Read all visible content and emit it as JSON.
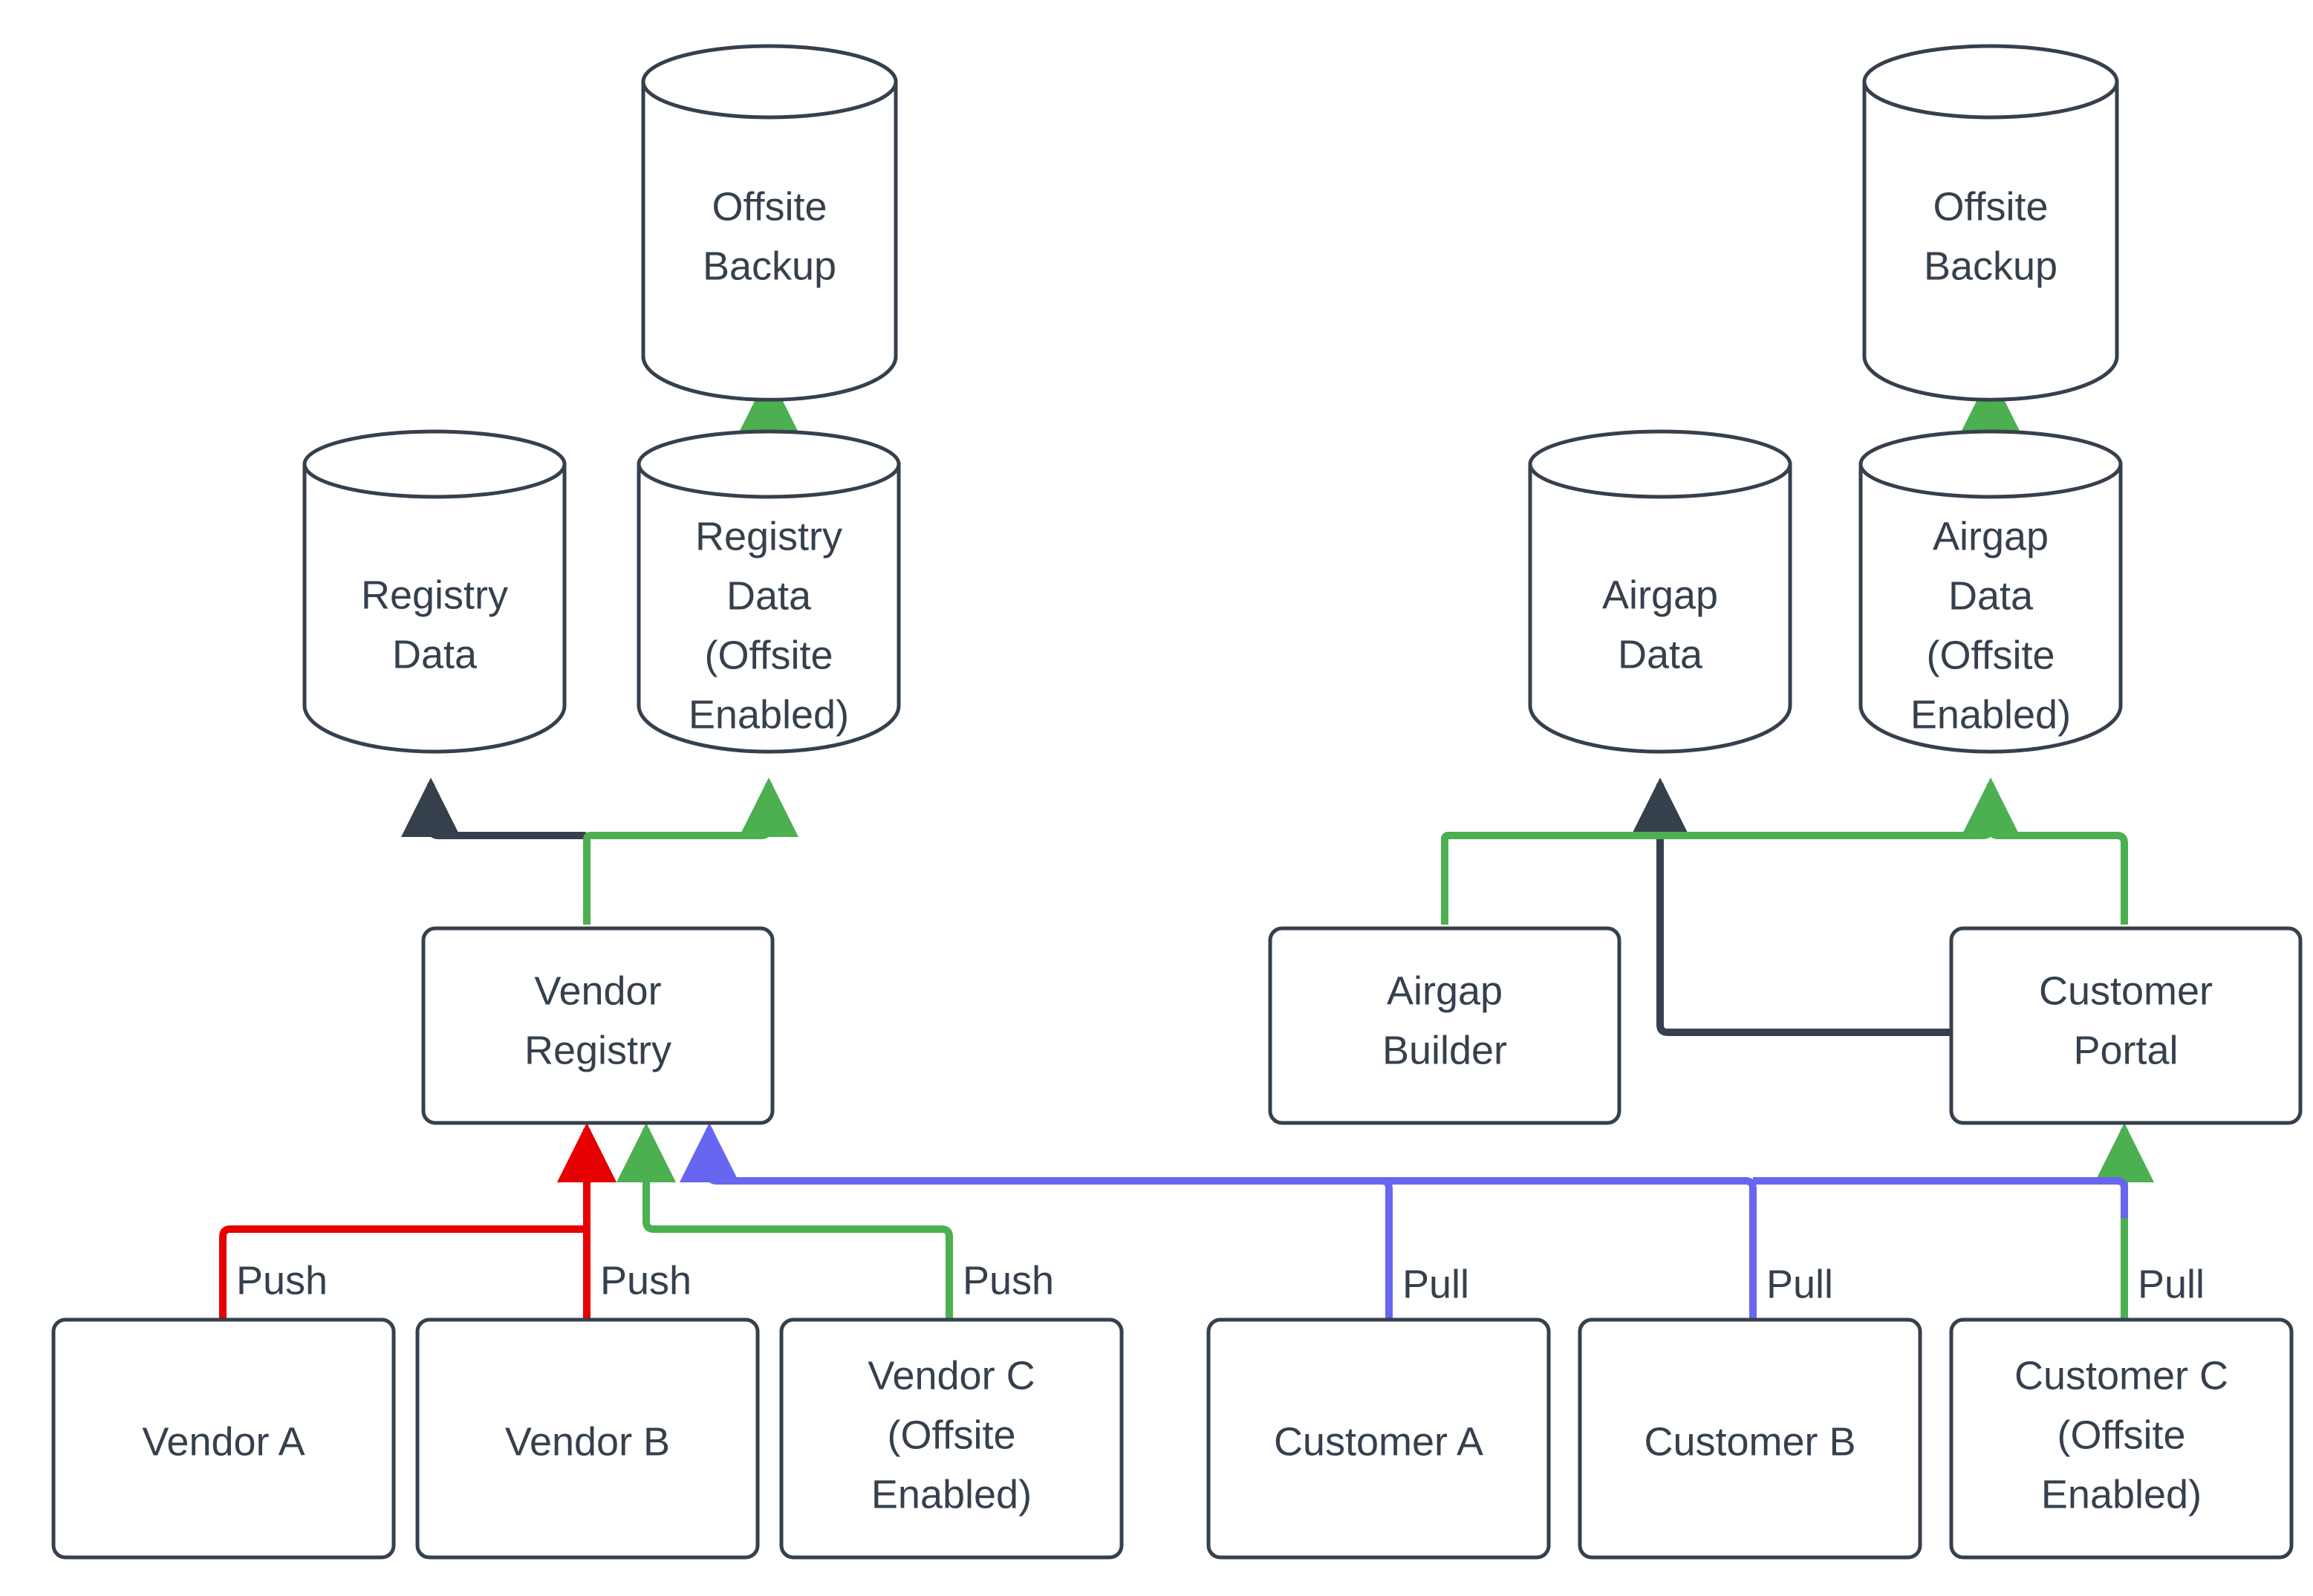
{
  "diagram": {
    "type": "flowchart",
    "background_color": "#ffffff",
    "node_stroke_color": "#36404d",
    "node_fill_color": "#ffffff",
    "text_color": "#36404d",
    "colors": {
      "dark": "#36404d",
      "green": "#4caf50",
      "red": "#e60000",
      "blue": "#6666f0"
    },
    "nodes": [
      {
        "id": "offsite_backup_left",
        "shape": "cylinder",
        "lines": [
          "Offsite",
          "Backup"
        ]
      },
      {
        "id": "offsite_backup_right",
        "shape": "cylinder",
        "lines": [
          "Offsite",
          "Backup"
        ]
      },
      {
        "id": "registry_data",
        "shape": "cylinder",
        "lines": [
          "Registry",
          "Data"
        ]
      },
      {
        "id": "registry_data_offsite",
        "shape": "cylinder",
        "lines": [
          "Registry",
          "Data",
          "(Offsite",
          "Enabled)"
        ]
      },
      {
        "id": "airgap_data",
        "shape": "cylinder",
        "lines": [
          "Airgap",
          "Data"
        ]
      },
      {
        "id": "airgap_data_offsite",
        "shape": "cylinder",
        "lines": [
          "Airgap",
          "Data",
          "(Offsite",
          "Enabled)"
        ]
      },
      {
        "id": "vendor_registry",
        "shape": "box",
        "lines": [
          "Vendor",
          "Registry"
        ]
      },
      {
        "id": "airgap_builder",
        "shape": "box",
        "lines": [
          "Airgap",
          "Builder"
        ]
      },
      {
        "id": "customer_portal",
        "shape": "box",
        "lines": [
          "Customer",
          "Portal"
        ]
      },
      {
        "id": "vendor_a",
        "shape": "box",
        "lines": [
          "Vendor A"
        ]
      },
      {
        "id": "vendor_b",
        "shape": "box",
        "lines": [
          "Vendor B"
        ]
      },
      {
        "id": "vendor_c",
        "shape": "box",
        "lines": [
          "Vendor C",
          "(Offsite",
          "Enabled)"
        ]
      },
      {
        "id": "customer_a",
        "shape": "box",
        "lines": [
          "Customer A"
        ]
      },
      {
        "id": "customer_b",
        "shape": "box",
        "lines": [
          "Customer B"
        ]
      },
      {
        "id": "customer_c",
        "shape": "box",
        "lines": [
          "Customer C",
          "(Offsite",
          "Enabled)"
        ]
      }
    ],
    "edges": [
      {
        "id": "e_vr_rd",
        "from": "vendor_registry",
        "to": "registry_data",
        "label": "",
        "color": "dark"
      },
      {
        "id": "e_vr_rdo",
        "from": "vendor_registry",
        "to": "registry_data_offsite",
        "label": "",
        "color": "green"
      },
      {
        "id": "e_rdo_ob",
        "from": "registry_data_offsite",
        "to": "offsite_backup_left",
        "label": "",
        "color": "green"
      },
      {
        "id": "e_cp_ad",
        "from": "customer_portal",
        "to": "airgap_data",
        "label": "",
        "color": "dark"
      },
      {
        "id": "e_ab_ado",
        "from": "airgap_builder",
        "to": "airgap_data_offsite",
        "label": "",
        "color": "green"
      },
      {
        "id": "e_cp_ado",
        "from": "customer_portal",
        "to": "airgap_data_offsite",
        "label": "",
        "color": "green"
      },
      {
        "id": "e_ado_ob",
        "from": "airgap_data_offsite",
        "to": "offsite_backup_right",
        "label": "",
        "color": "green"
      },
      {
        "id": "e_va_vr",
        "from": "vendor_a",
        "to": "vendor_registry",
        "label": "Push",
        "color": "red"
      },
      {
        "id": "e_vb_vr",
        "from": "vendor_b",
        "to": "vendor_registry",
        "label": "Push",
        "color": "red"
      },
      {
        "id": "e_vc_vr",
        "from": "vendor_c",
        "to": "vendor_registry",
        "label": "Push",
        "color": "green"
      },
      {
        "id": "e_ca_vr",
        "from": "customer_a",
        "to": "vendor_registry",
        "label": "Pull",
        "color": "blue"
      },
      {
        "id": "e_cb_vr",
        "from": "customer_b",
        "to": "vendor_registry",
        "label": "Pull",
        "color": "blue"
      },
      {
        "id": "e_cc_cp",
        "from": "customer_c",
        "to": "customer_portal",
        "label": "Pull",
        "color": "green"
      }
    ],
    "edge_labels": [
      {
        "id": "lbl_push_a",
        "text": "Push"
      },
      {
        "id": "lbl_push_b",
        "text": "Push"
      },
      {
        "id": "lbl_push_c",
        "text": "Push"
      },
      {
        "id": "lbl_pull_a",
        "text": "Pull"
      },
      {
        "id": "lbl_pull_b",
        "text": "Pull"
      },
      {
        "id": "lbl_pull_c",
        "text": "Pull"
      }
    ]
  }
}
